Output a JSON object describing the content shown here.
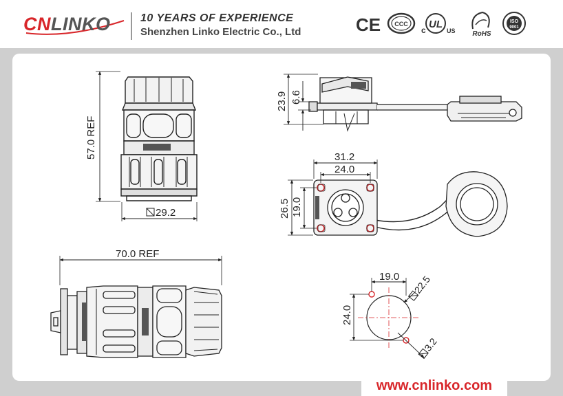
{
  "header": {
    "logo_red": "CN",
    "logo_gray": "LINKO",
    "tagline": "10 YEARS OF  EXPERIENCE",
    "company": "Shenzhen Linko Electric Co., Ltd"
  },
  "certifications": {
    "ce": "CE",
    "ccc": "CCC",
    "ul_c": "c",
    "ul": "UL",
    "ul_us": "US",
    "rohs": "RoHS",
    "iso_top": "ISO",
    "iso_num": "9001"
  },
  "dimensions": {
    "height_ref": "57.0 REF",
    "width_sq": "29.2",
    "length_ref": "70.0 REF",
    "side_total": "23.9",
    "side_flange": "6.6",
    "front_outer_w": "31.2",
    "front_inner_w": "24.0",
    "front_outer_h": "26.5",
    "front_inner_h": "19.0",
    "cutout_w": "19.0",
    "cutout_diam": "22.5",
    "cutout_h": "24.0",
    "hole_diam": "3.2"
  },
  "footer": {
    "url": "www.cnlinko.com"
  },
  "colors": {
    "brand_red": "#d8262a",
    "frame_gray": "#cfcfcf",
    "line": "#222222"
  }
}
